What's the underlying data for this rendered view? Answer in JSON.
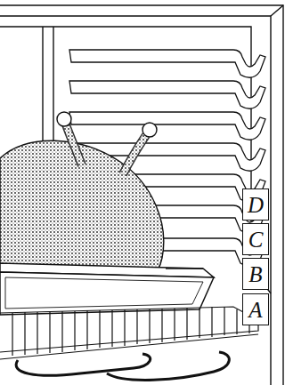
{
  "diagram": {
    "nodes": [
      {
        "text": [
          "D"
        ]
      },
      {
        "text": [
          "C"
        ]
      },
      {
        "text": [
          "B"
        ]
      },
      {
        "text": [
          "A"
        ]
      }
    ]
  }
}
